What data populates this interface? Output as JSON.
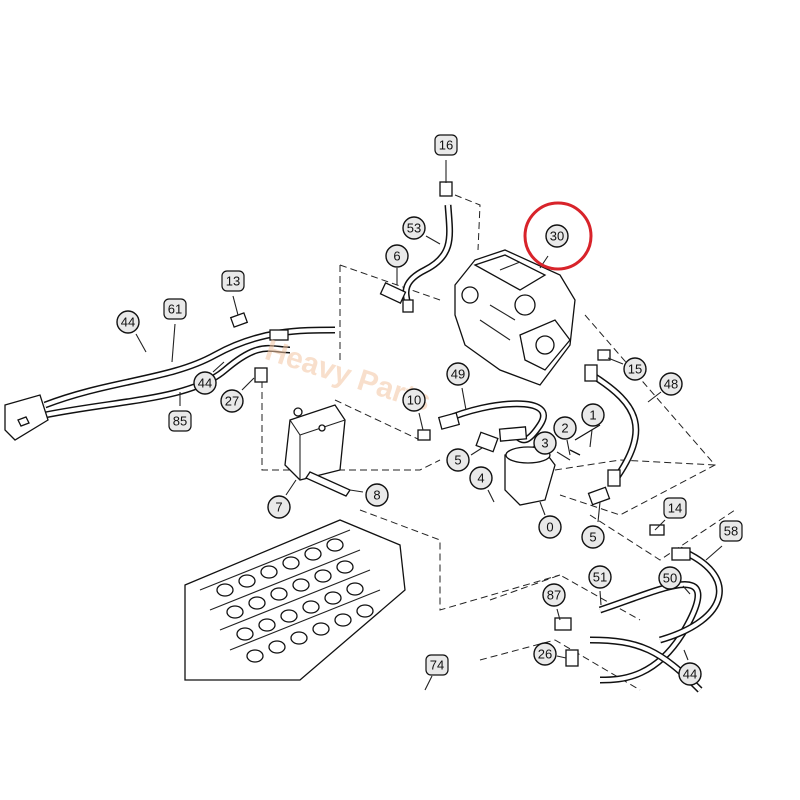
{
  "diagram": {
    "callouts": [
      "16",
      "53",
      "6",
      "30",
      "13",
      "61",
      "44",
      "44",
      "27",
      "85",
      "49",
      "10",
      "15",
      "48",
      "1",
      "2",
      "3",
      "5",
      "4",
      "0",
      "5",
      "7",
      "8",
      "14",
      "58",
      "51",
      "50",
      "87",
      "26",
      "74",
      "44"
    ],
    "highlight_color": "#d8232a"
  },
  "watermark": {
    "text": "Heavy Parts"
  }
}
